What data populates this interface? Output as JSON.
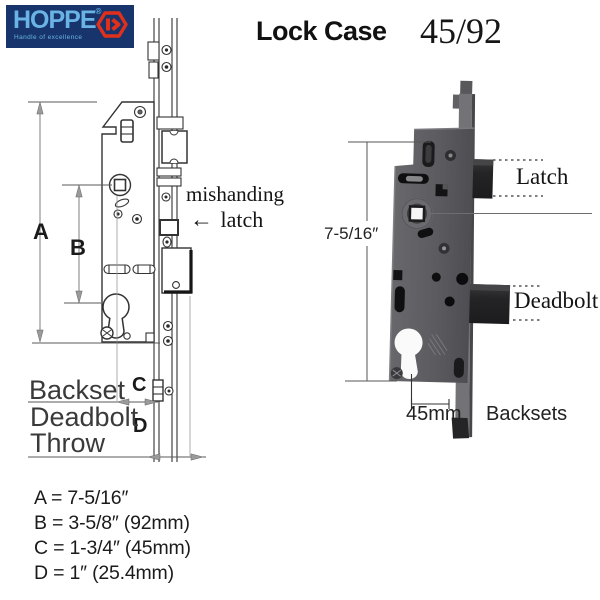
{
  "logo": {
    "brand": "HOPPE",
    "registered": "®",
    "tagline": "Handle of excellence",
    "bg_color": "#17356c",
    "text_color": "#69b4e4",
    "hex_color": "#e0301c"
  },
  "title": {
    "product": "Lock Case",
    "model": "45/92"
  },
  "drawing": {
    "dim_labels": {
      "a": "A",
      "b": "B",
      "c": "C",
      "d": "D"
    },
    "backset_label": "Backset",
    "deadbolt_throw_line1": "Deadbolt",
    "deadbolt_throw_line2": "Throw",
    "annotation": {
      "line1": "mishanding",
      "arrow": "←",
      "line2": "latch"
    }
  },
  "photo_labels": {
    "height": "7-5/16″",
    "latch": "Latch",
    "deadbolt": "Deadbolt",
    "backset_value": "45mm",
    "backsets": "Backsets"
  },
  "legend": {
    "items": [
      "A = 7-5/16″",
      "B = 3-5/8″ (92mm)",
      "C = 1-3/4″ (45mm)",
      "D = 1″ (25.4mm)"
    ]
  },
  "colors": {
    "ink": "#222222",
    "dim_line": "#5a5a5a",
    "photo_body": "#5d5d61",
    "photo_block": "#29292b"
  }
}
